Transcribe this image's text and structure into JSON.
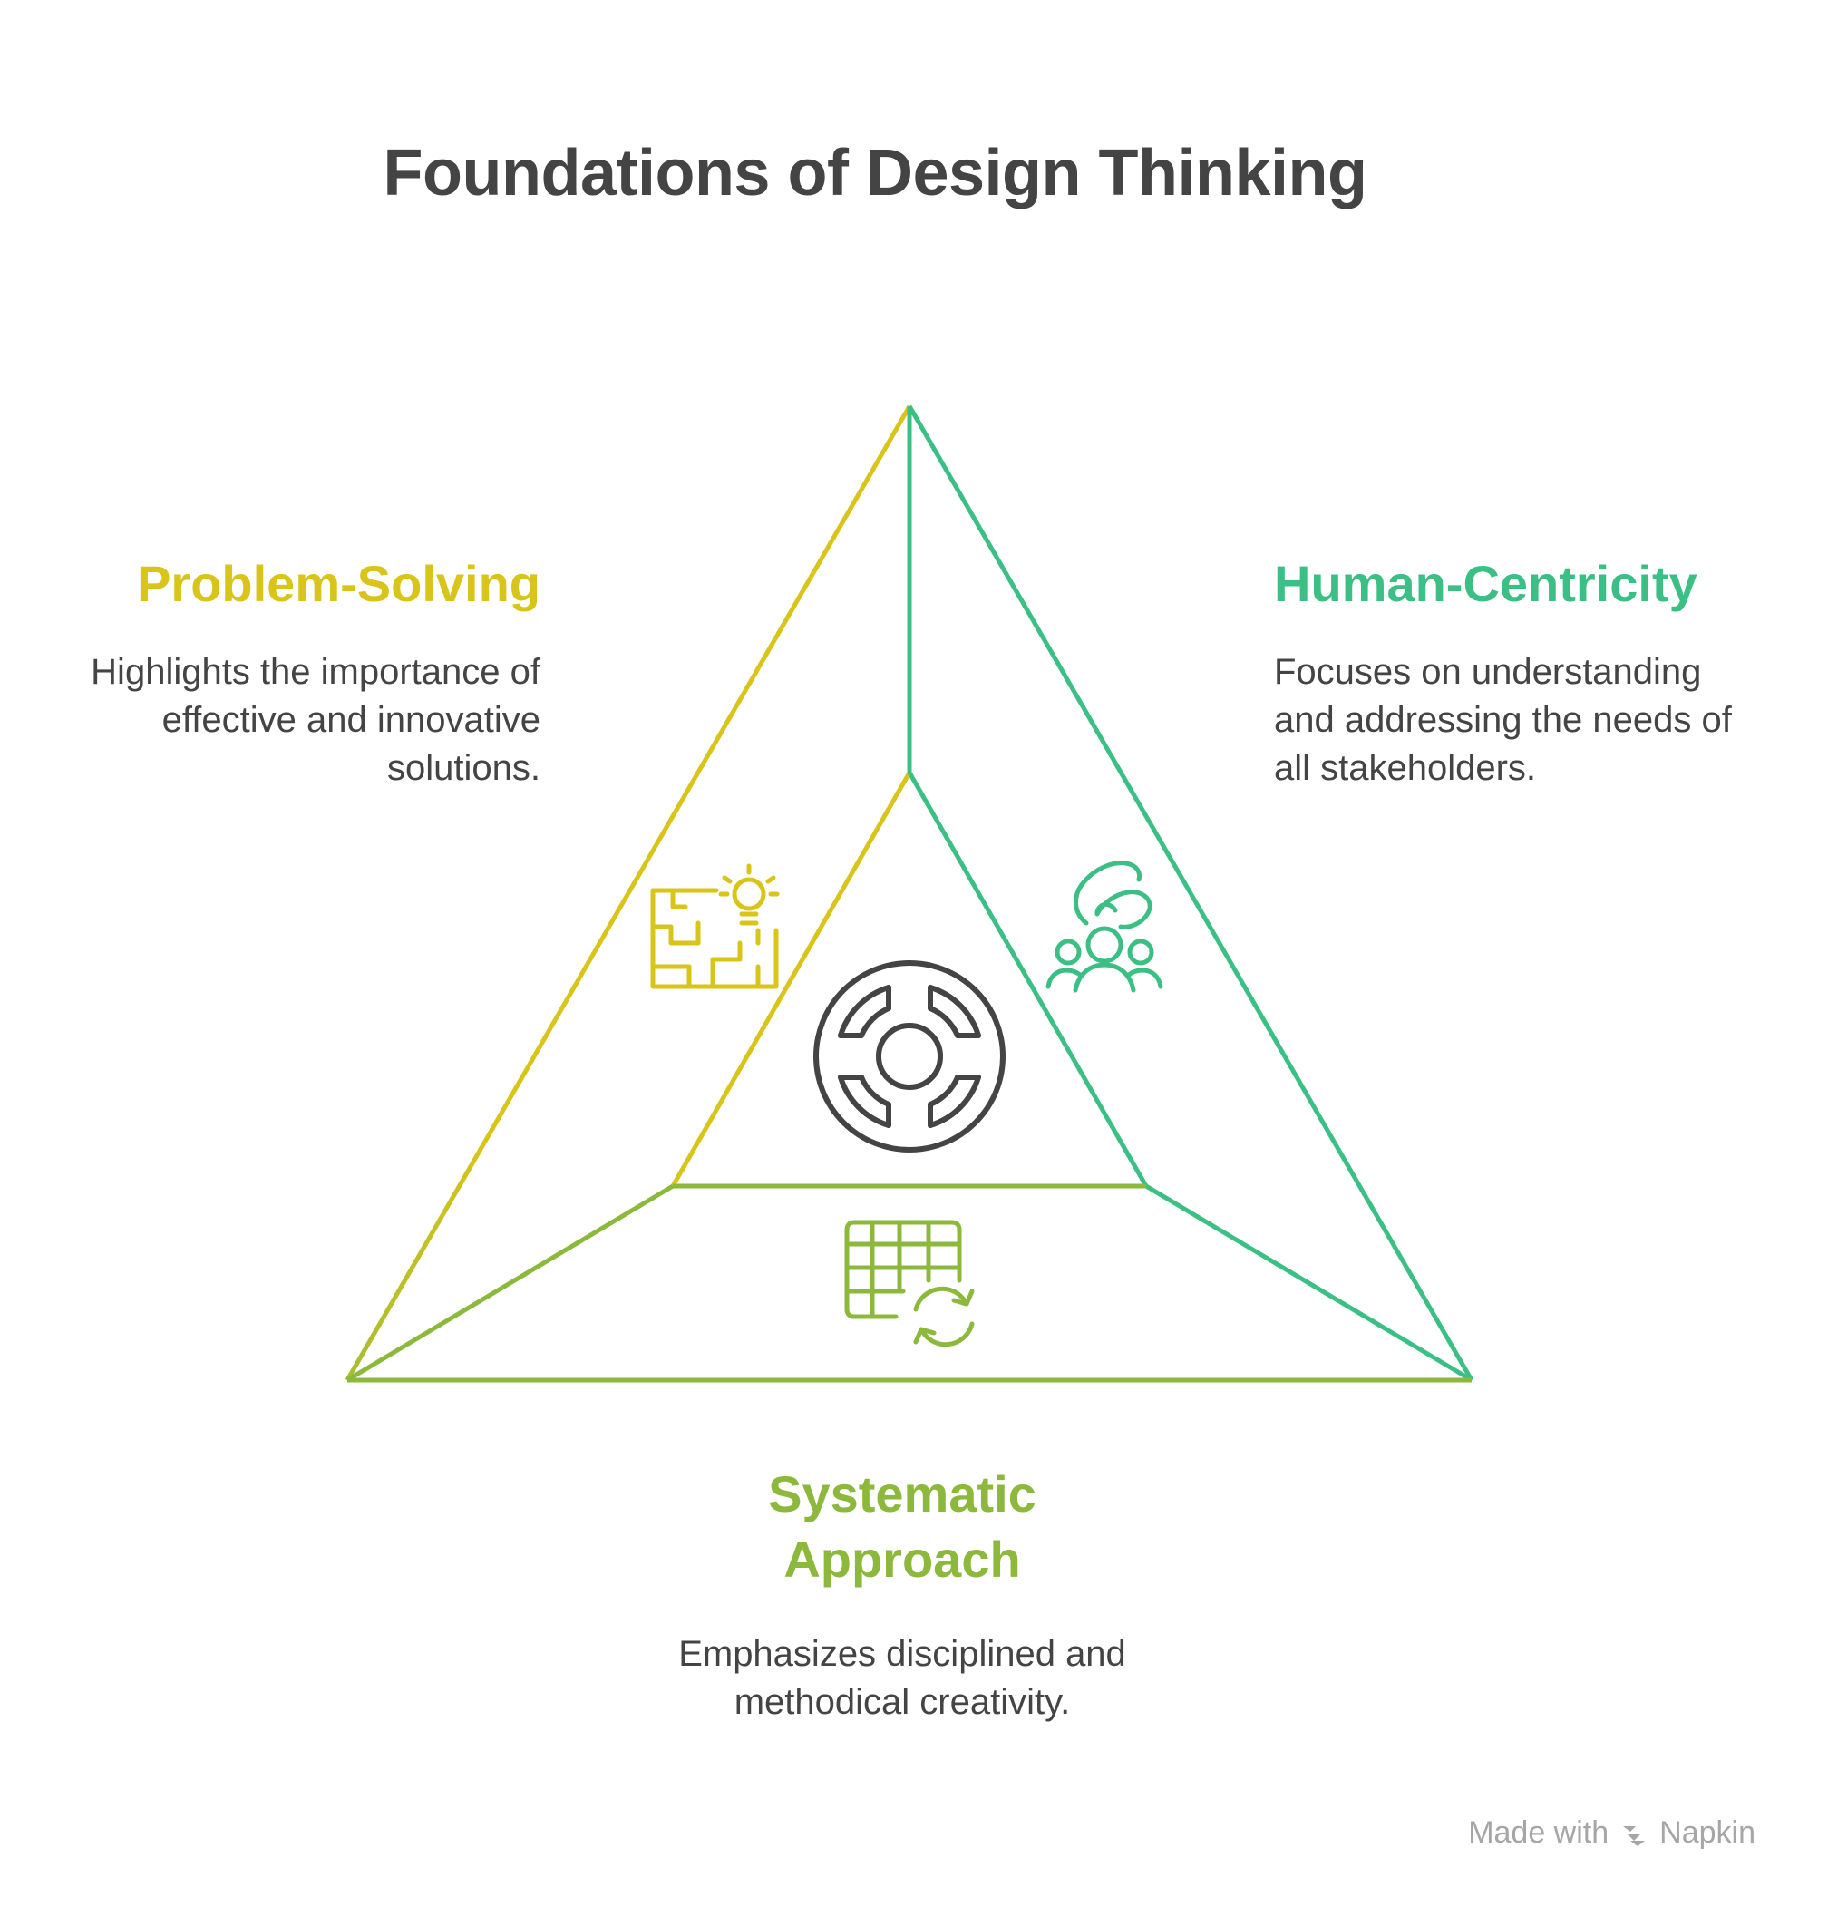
{
  "title": "Foundations of Design Thinking",
  "sections": [
    {
      "key": "problem_solving",
      "label": "Problem-Solving",
      "description": "Highlights the importance of effective and innovative solutions.",
      "color": "#d9c419",
      "icon": "maze-lightbulb-icon"
    },
    {
      "key": "human_centricity",
      "label": "Human-Centricity",
      "description": "Focuses on understanding and addressing the needs of all stakeholders.",
      "color": "#3cbf85",
      "icon": "hand-over-people-icon"
    },
    {
      "key": "systematic_approach",
      "label": "Systematic Approach",
      "description": "Emphasizes disciplined and methodical creativity.",
      "color": "#8cb83c",
      "icon": "table-refresh-icon"
    }
  ],
  "center_icon": "circular-maze-icon",
  "footer": {
    "made_with": "Made with",
    "brand": "Napkin"
  }
}
